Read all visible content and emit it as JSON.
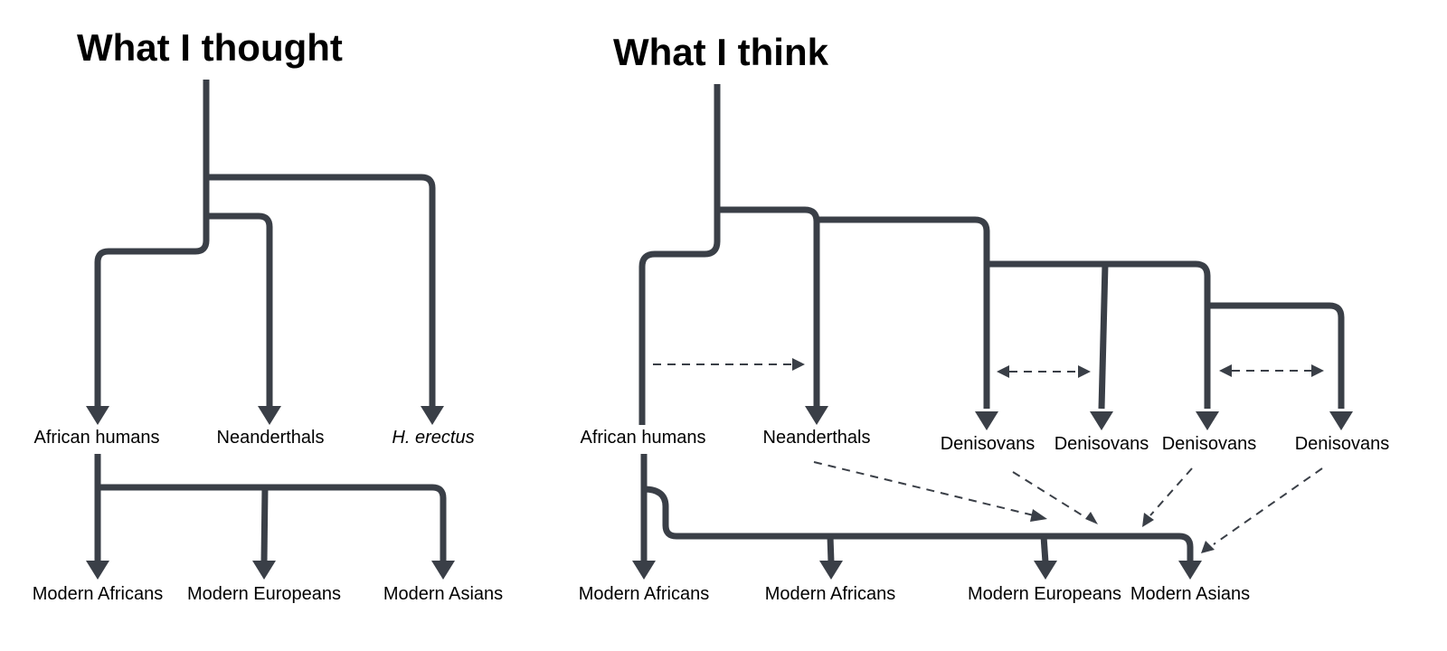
{
  "colors": {
    "line": "#3a3f47",
    "text": "#000000",
    "background": "#ffffff"
  },
  "left_panel": {
    "title": "What I thought",
    "nodes": {
      "african_humans": "African humans",
      "neanderthals": "Neanderthals",
      "h_erectus": "H. erectus",
      "modern_africans": "Modern Africans",
      "modern_europeans": "Modern Europeans",
      "modern_asians": "Modern Asians"
    }
  },
  "right_panel": {
    "title": "What I think",
    "nodes": {
      "african_humans": "African humans",
      "neanderthals": "Neanderthals",
      "denisovans_1": "Denisovans",
      "denisovans_2": "Denisovans",
      "denisovans_3": "Denisovans",
      "denisovans_4": "Denisovans",
      "modern_africans_1": "Modern Africans",
      "modern_africans_2": "Modern Africans",
      "modern_europeans": "Modern Europeans",
      "modern_asians": "Modern Asians"
    }
  }
}
